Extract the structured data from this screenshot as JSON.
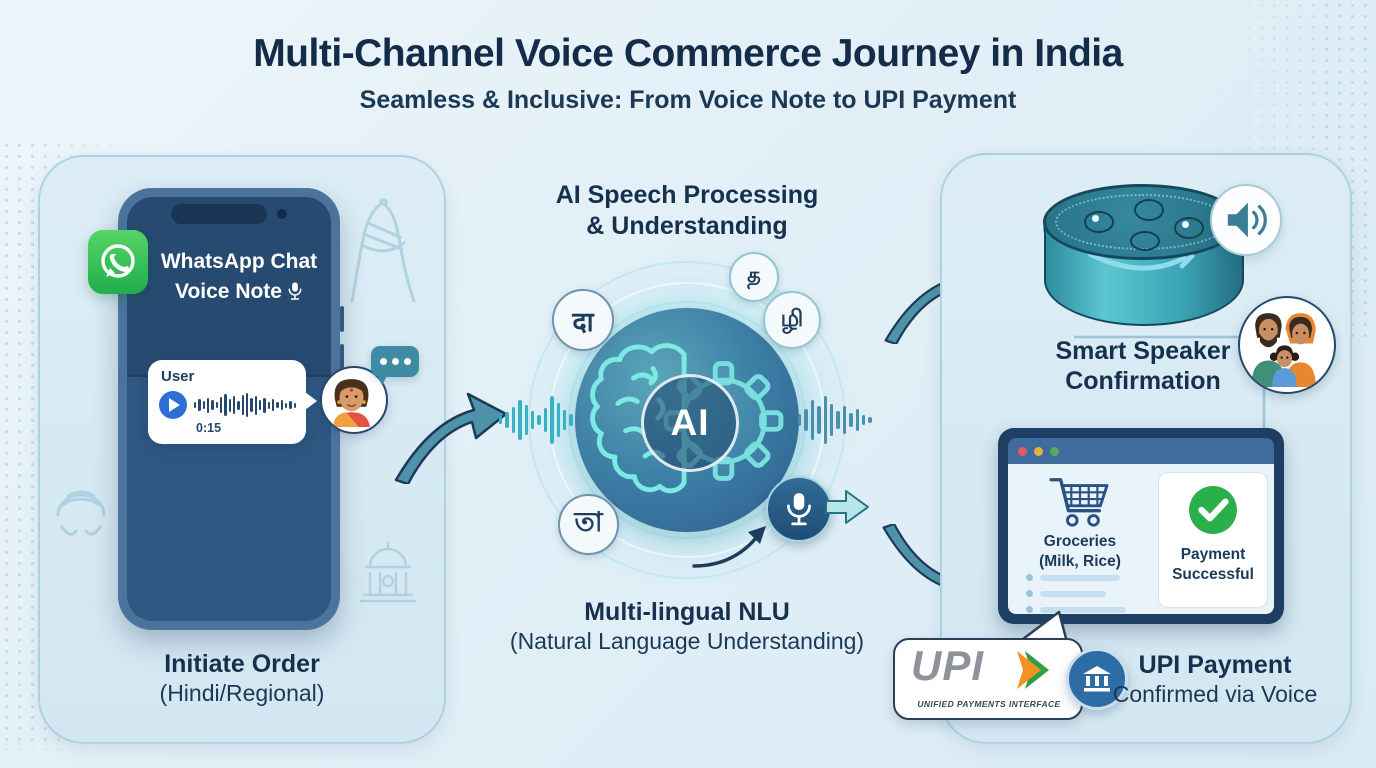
{
  "title": "Multi-Channel Voice Commerce Journey in India",
  "subtitle": "Seamless & Inclusive: From Voice Note to UPI Payment",
  "left_panel": {
    "whatsapp_header_line1": "WhatsApp Chat",
    "whatsapp_header_line2": "Voice Note",
    "voice_message": {
      "sender": "User",
      "duration": "0:15"
    },
    "caption_line1": "Initiate Order",
    "caption_line2": "(Hindi/Regional)"
  },
  "center": {
    "heading_line1": "AI Speech Processing",
    "heading_line2": "& Understanding",
    "ai_core_label": "AI",
    "language_badges": [
      "दा",
      "த",
      "ழி",
      "তা"
    ],
    "caption_line1": "Multi-lingual NLU",
    "caption_line2": "(Natural Language Understanding)"
  },
  "right_panel": {
    "speaker_caption_line1": "Smart Speaker",
    "speaker_caption_line2": "Confirmation",
    "browser": {
      "cart_line1": "Groceries",
      "cart_line2": "(Milk, Rice)",
      "payment_line1": "Payment",
      "payment_line2": "Successful"
    },
    "upi_badge": {
      "logo_text": "UPI",
      "tagline": "UNIFIED PAYMENTS INTERFACE"
    },
    "caption_line1": "UPI Payment",
    "caption_line2": "Confirmed via Voice"
  },
  "icons": {
    "whatsapp": "phone-in-circle-bubble",
    "microphone": "mic",
    "play": "play-triangle",
    "chat_dots": "ellipsis-speech-bubble",
    "volume": "speaker-with-sound-waves",
    "cart": "shopping-cart",
    "check": "green-checkmark",
    "bank": "government-building",
    "upi_arrow": "orange-green-chevron"
  },
  "colors": {
    "heading_navy": "#132c49",
    "panel_blue": "#d8eaf3",
    "arrow_teal": "#4e93a9",
    "whatsapp_green": "#2fbe53",
    "play_blue": "#2e6fd6",
    "speaker_teal": "#3aa3b3",
    "success_green": "#2ab04a",
    "upi_orange": "#f29324",
    "upi_green": "#2f9e44",
    "browser_navy": "#1e3f63"
  }
}
